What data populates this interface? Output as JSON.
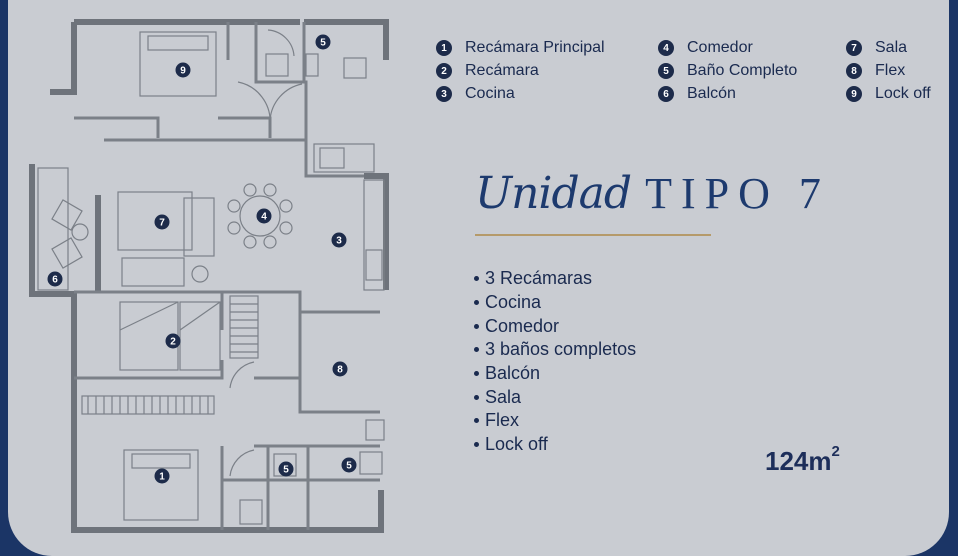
{
  "legend": [
    {
      "num": "1",
      "label": "Recámara Principal"
    },
    {
      "num": "2",
      "label": "Recámara"
    },
    {
      "num": "3",
      "label": "Cocina"
    },
    {
      "num": "4",
      "label": "Comedor"
    },
    {
      "num": "5",
      "label": "Baño Completo"
    },
    {
      "num": "6",
      "label": "Balcón"
    },
    {
      "num": "7",
      "label": "Sala"
    },
    {
      "num": "8",
      "label": "Flex"
    },
    {
      "num": "9",
      "label": "Lock off"
    }
  ],
  "title": {
    "script": "Unidad",
    "main": "TIPO 7"
  },
  "features": [
    "3 Recámaras",
    "Cocina",
    "Comedor",
    "3 baños completos",
    "Balcón",
    "Sala",
    "Flex",
    "Lock off"
  ],
  "area": {
    "value": "124m",
    "unit_sup": "2"
  },
  "plan_markers": [
    "9",
    "5",
    "7",
    "4",
    "3",
    "6",
    "2",
    "8",
    "1",
    "5",
    "5"
  ],
  "colors": {
    "background": "#1b3566",
    "card": "#c9ccd2",
    "text": "#1a2a4f",
    "gold_rule": "#b59a6a",
    "walls": "#7d828a"
  }
}
